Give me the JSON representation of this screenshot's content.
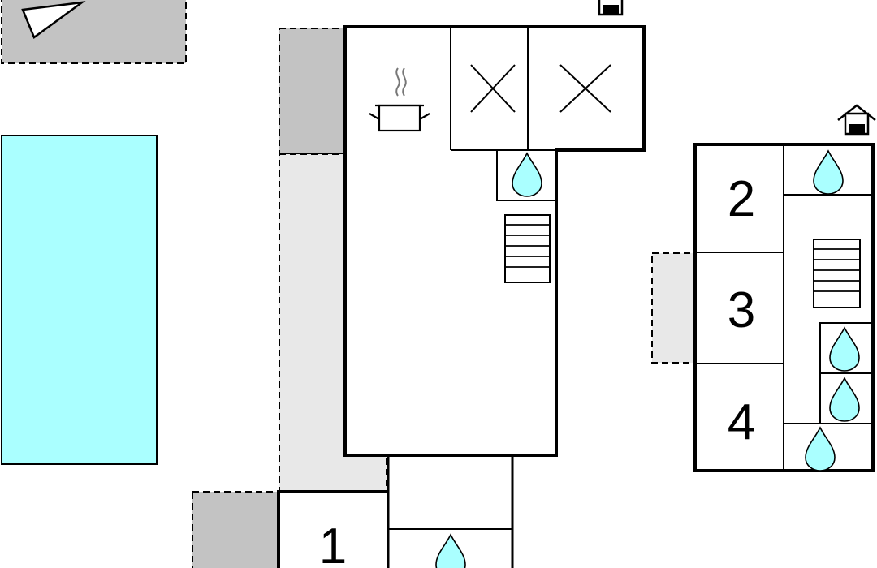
{
  "rooms": {
    "room_1": "1",
    "room_2": "2",
    "room_3": "3",
    "room_4": "4"
  },
  "icons": [
    "compass-arrow-icon",
    "cooking-pot-icon",
    "bed-x-icon",
    "water-drop-icon",
    "staircase-icon",
    "house-entrance-icon"
  ],
  "colors": {
    "pool": "#aaffff",
    "terrace_dark": "#c3c3c3",
    "terrace_light": "#e8e8e8",
    "wall": "#000000",
    "drop": "#aaffff",
    "background": "#ffffff"
  }
}
